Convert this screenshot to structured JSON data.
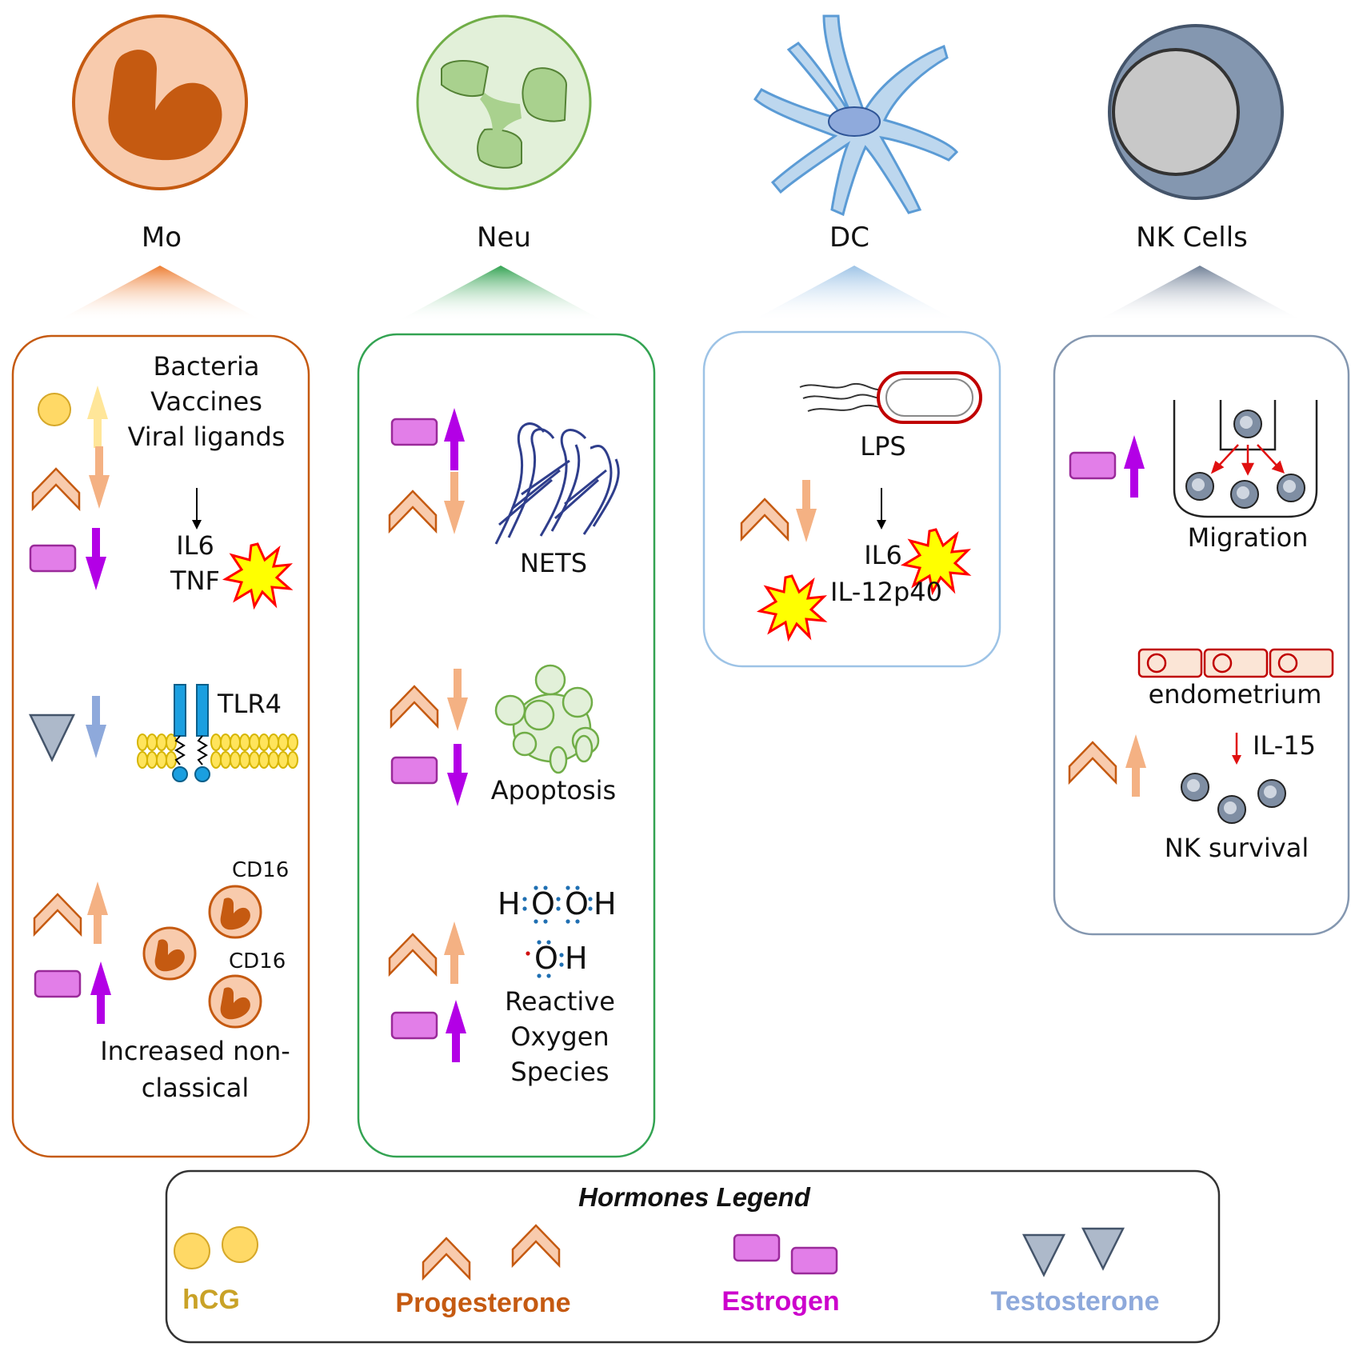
{
  "cells": {
    "mo": "Mo",
    "neu": "Neu",
    "dc": "DC",
    "nk": "NK Cells"
  },
  "mo_panel": {
    "stimuli": [
      "Bacteria",
      "Vaccines",
      "Viral ligands"
    ],
    "cytokine_1": "IL6",
    "cytokine_2": "TNF",
    "receptor": "TLR4",
    "marker_1": "CD16",
    "marker_2": "CD16",
    "outcome_1": "Increased non-",
    "outcome_2": "classical"
  },
  "neu_panel": {
    "nets": "NETS",
    "apoptosis": "Apoptosis",
    "ros_1": "Reactive",
    "ros_2": "Oxygen",
    "ros_3": "Species",
    "h2o2_h1": "H",
    "h2o2_o1": "O",
    "h2o2_o2": "O",
    "h2o2_h2": "H",
    "oh_o": "O",
    "oh_h": "H"
  },
  "dc_panel": {
    "stimulus": "LPS",
    "cytokine_1": "IL6",
    "cytokine_2": "IL-12p40"
  },
  "nk_panel": {
    "migration": "Migration",
    "endometrium": "endometrium",
    "cytokine": "IL-15",
    "survival": "NK survival"
  },
  "legend": {
    "title": "Hormones Legend",
    "hcg": "hCG",
    "progesterone": "Progesterone",
    "estrogen": "Estrogen",
    "testosterone": "Testosterone"
  },
  "colors": {
    "mo": "#c55a11",
    "mo_fill": "#f8cbad",
    "neu": "#33a352",
    "neu_fill": "#e2f0d9",
    "dc": "#9dc3e6",
    "nk": "#8497b0",
    "hcg": "#ffd966",
    "hcg_text": "#c9a227",
    "progesterone": "#f4b183",
    "progesterone_text": "#c55a11",
    "estrogen": "#e27ee8",
    "estrogen_text": "#cc00cc",
    "testosterone": "#adb9ca",
    "testosterone_text": "#8ea9db",
    "arrow_purple": "#b300e6",
    "arrow_orange": "#f4b183",
    "arrow_blue": "#8ea9db",
    "arrow_yellow": "#ffe699"
  },
  "icons": [
    "monocyte-icon",
    "neutrophil-icon",
    "dendritic-cell-icon",
    "nk-cell-icon",
    "dna-icon",
    "apoptotic-body-icon",
    "bacterium-icon",
    "explosion-icon",
    "receptor-icon",
    "transwell-icon"
  ]
}
